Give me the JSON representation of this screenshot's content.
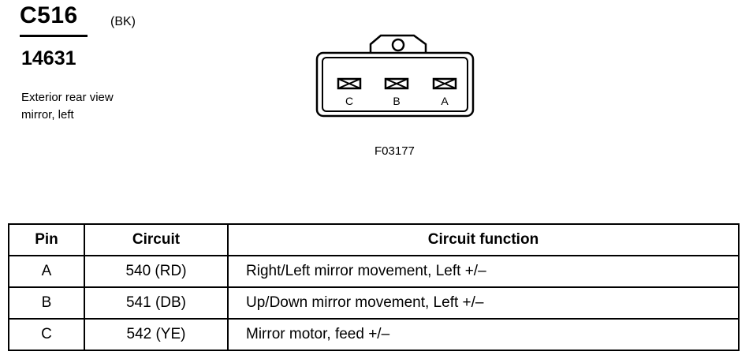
{
  "header": {
    "connector_id": "C516",
    "color_code": "(BK)",
    "part_number": "14631",
    "description_line1": "Exterior rear view",
    "description_line2": "mirror, left"
  },
  "diagram": {
    "pin_labels": [
      "C",
      "B",
      "A"
    ],
    "figure_id": "F03177"
  },
  "table": {
    "headers": {
      "pin": "Pin",
      "circuit": "Circuit",
      "function": "Circuit function"
    },
    "rows": [
      {
        "pin": "A",
        "circuit": "540 (RD)",
        "function": "Right/Left mirror movement, Left +/–"
      },
      {
        "pin": "B",
        "circuit": "541 (DB)",
        "function": "Up/Down mirror movement, Left +/–"
      },
      {
        "pin": "C",
        "circuit": "542 (YE)",
        "function": "Mirror motor, feed +/–"
      }
    ]
  }
}
